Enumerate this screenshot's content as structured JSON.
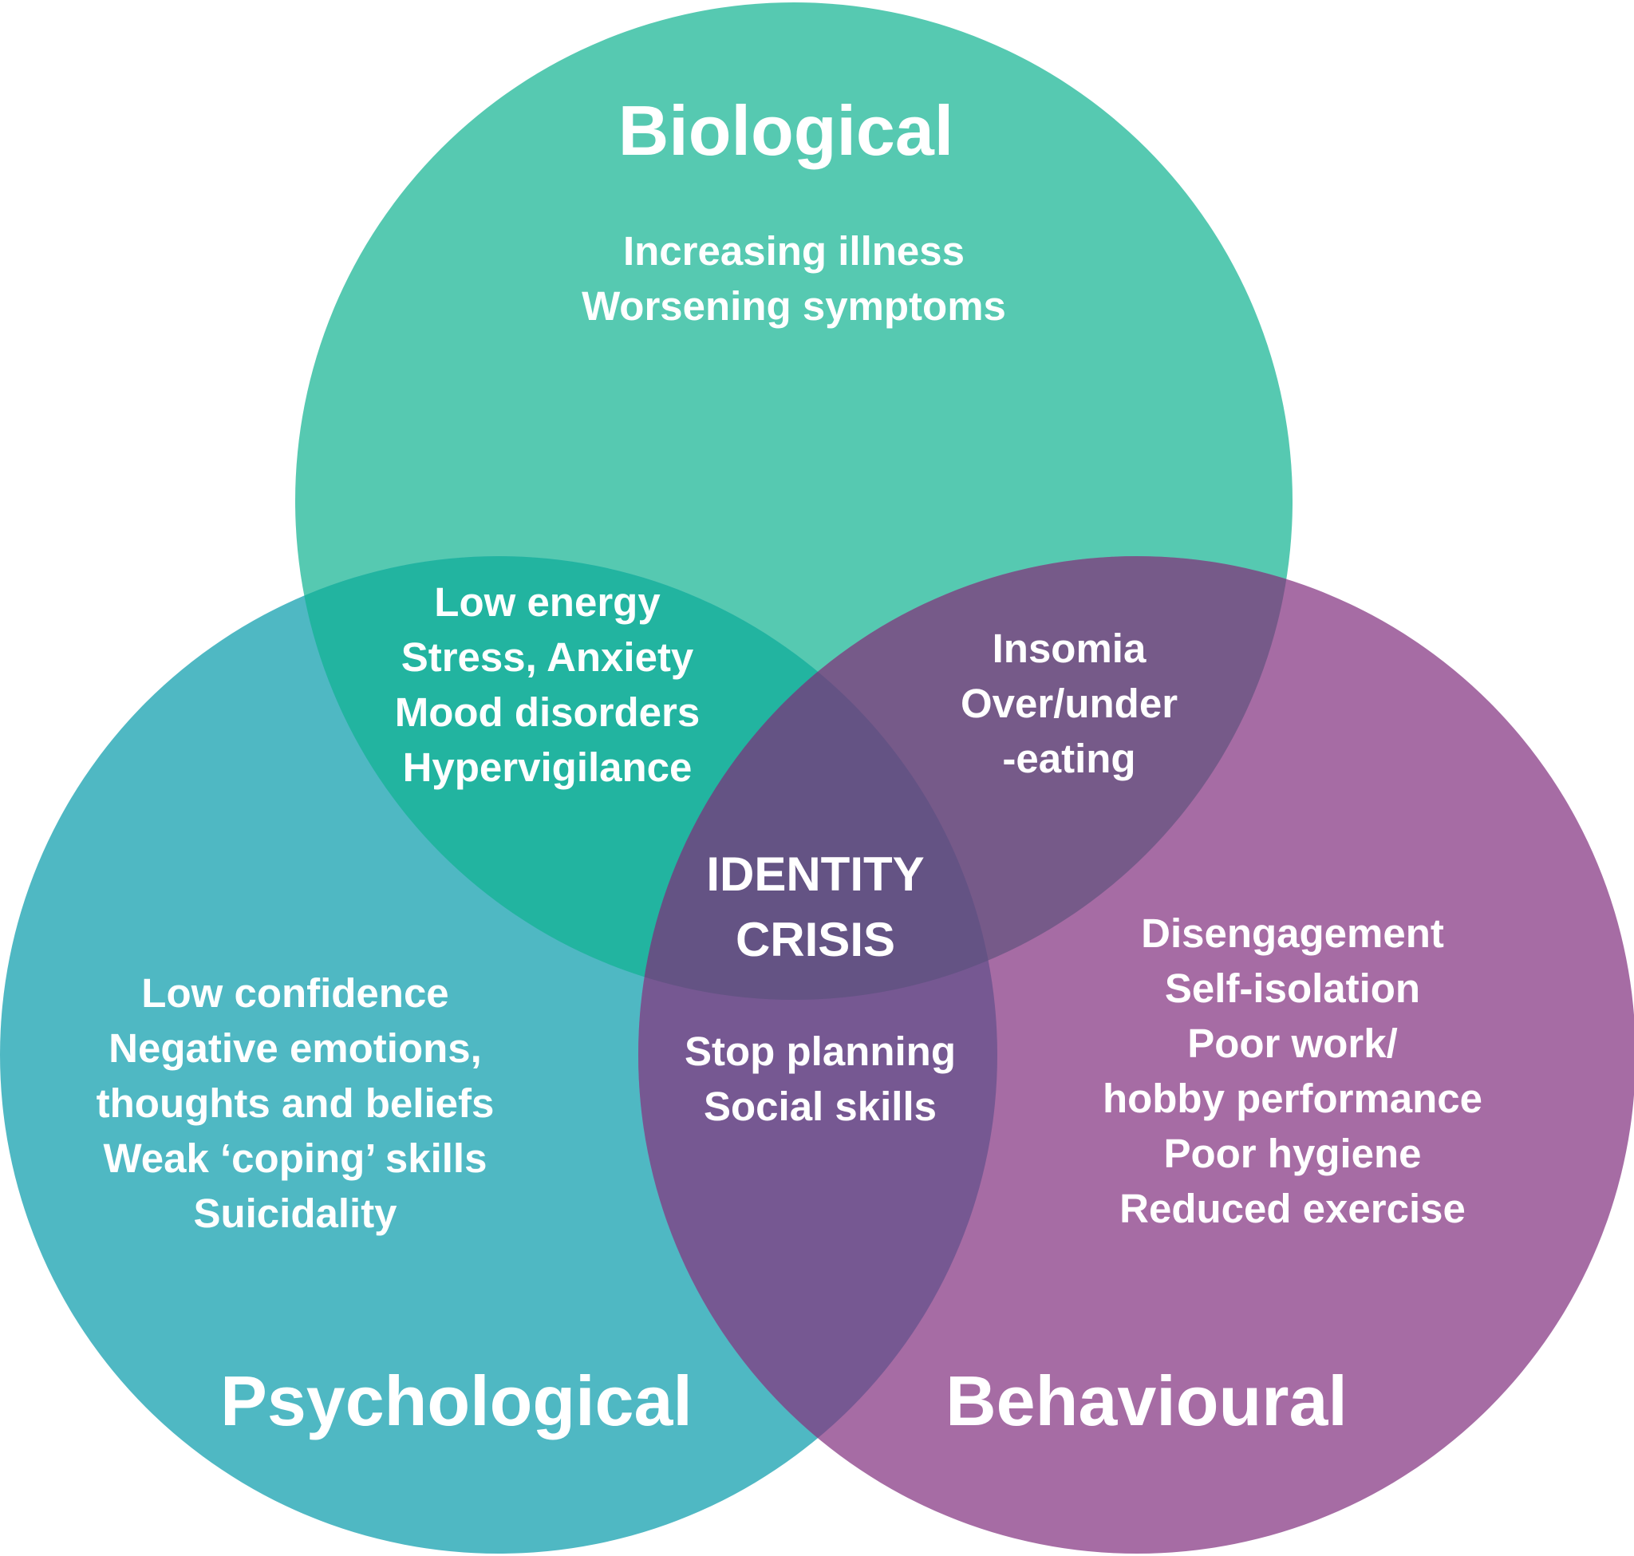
{
  "colors": {
    "biological": "#56c9b1",
    "psychological": "#4fb8c3",
    "behavioural": "#a66ca4",
    "bio_psych": "#22b4a0",
    "bio_behav": "#765a89",
    "psych_behav": "#765892",
    "center": "#645384",
    "text": "#ffffff"
  },
  "biological": {
    "title": "Biological",
    "items": [
      "Increasing illness",
      "Worsening symptoms"
    ]
  },
  "psychological": {
    "title": "Psychological",
    "items": [
      "Low confidence",
      "Negative emotions,",
      "thoughts and beliefs",
      "Weak ‘coping’ skills",
      "Suicidality"
    ]
  },
  "behavioural": {
    "title": "Behavioural",
    "items": [
      "Disengagement",
      "Self-isolation",
      "Poor work/",
      "hobby performance",
      "Poor hygiene",
      "Reduced exercise"
    ]
  },
  "biological_psychological": {
    "items": [
      "Low energy",
      "Stress, Anxiety",
      "Mood disorders",
      "Hypervigilance"
    ]
  },
  "biological_behavioural": {
    "items": [
      "Insomia",
      "Over/under",
      "-eating"
    ]
  },
  "psychological_behavioural": {
    "items": [
      "Stop planning",
      "Social skills"
    ]
  },
  "center": {
    "items": [
      "IDENTITY",
      "CRISIS"
    ]
  }
}
